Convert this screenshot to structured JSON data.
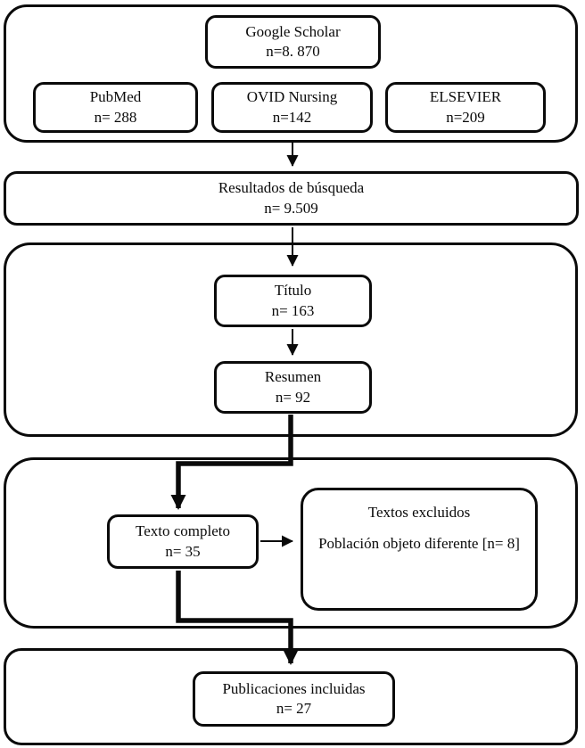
{
  "diagram": {
    "identification": {
      "google_scholar": {
        "label": "Google Scholar",
        "count": "n=8. 870"
      },
      "pubmed": {
        "label": "PubMed",
        "count": "n= 288"
      },
      "ovid_nursing": {
        "label": "OVID Nursing",
        "count": "n=142"
      },
      "elsevier": {
        "label": "ELSEVIER",
        "count": "n=209"
      }
    },
    "search_results": {
      "label": "Resultados de búsqueda",
      "count": "n= 9.509"
    },
    "screening": {
      "titulo": {
        "label": "Título",
        "count": "n= 163"
      },
      "resumen": {
        "label": "Resumen",
        "count": "n= 92"
      }
    },
    "eligibility": {
      "texto_completo": {
        "label": "Texto completo",
        "count": "n= 35"
      },
      "textos_excluidos": {
        "label": "Textos excluidos",
        "reason": "Población objeto diferente [n= 8]"
      }
    },
    "included": {
      "publicaciones_incluidas": {
        "label": "Publicaciones incluidas",
        "count": "n= 27"
      }
    },
    "colors": {
      "line": "#0a0a0a",
      "background": "#ffffff"
    }
  }
}
